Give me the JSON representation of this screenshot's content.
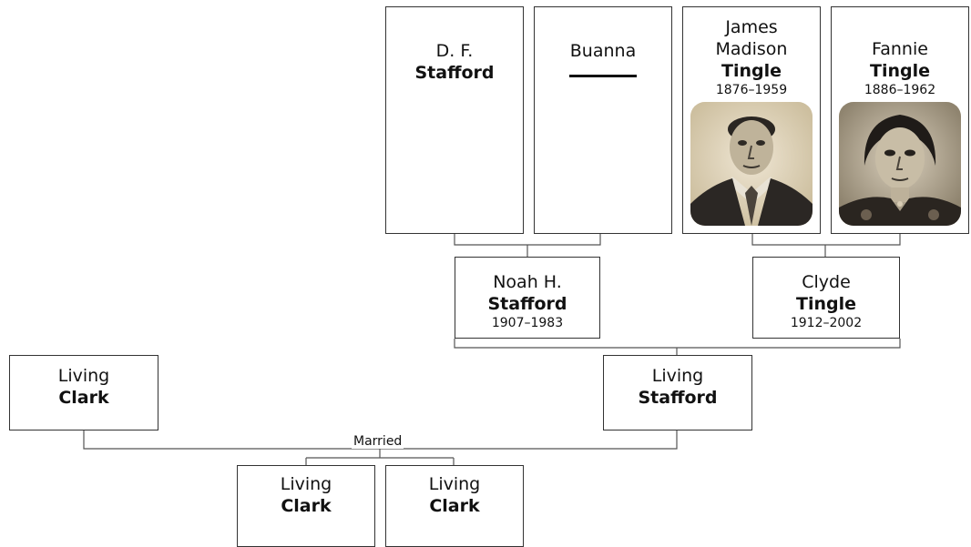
{
  "people": {
    "df_stafford": {
      "given": "D. F.",
      "surname": "Stafford"
    },
    "buanna": {
      "given": "Buanna",
      "surname": "______"
    },
    "james_tingle": {
      "given_1": "James",
      "given_2": "Madison",
      "surname": "Tingle",
      "dates": "1876–1959",
      "photo": "portrait-man-icon"
    },
    "fannie_tingle": {
      "given": "Fannie",
      "surname": "Tingle",
      "dates": "1886–1962",
      "photo": "portrait-woman-icon"
    },
    "noah_stafford": {
      "given": "Noah H.",
      "surname": "Stafford",
      "dates": "1907–1983"
    },
    "clyde_tingle": {
      "given": "Clyde",
      "surname": "Tingle",
      "dates": "1912–2002"
    },
    "living_stafford": {
      "given": "Living",
      "surname": "Stafford"
    },
    "living_clark_spouse": {
      "given": "Living",
      "surname": "Clark"
    },
    "living_clark_child_1": {
      "given": "Living",
      "surname": "Clark"
    },
    "living_clark_child_2": {
      "given": "Living",
      "surname": "Clark"
    }
  },
  "relationship": {
    "label": "Married"
  },
  "colors": {
    "border": "#333333",
    "line": "#555555",
    "photo_bg": "#e9dfcd"
  }
}
